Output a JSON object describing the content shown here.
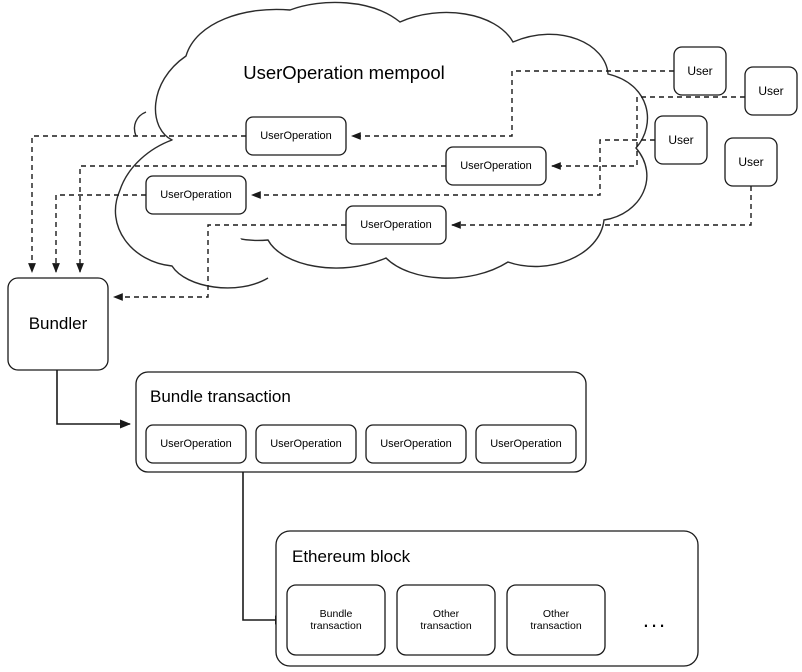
{
  "diagram": {
    "title": "UserOperation mempool",
    "colors": {
      "stroke": "#1a1a1a",
      "background": "#ffffff",
      "text": "#000000"
    },
    "mempool": {
      "label": "UserOperation mempool",
      "userops": [
        {
          "label": "UserOperation"
        },
        {
          "label": "UserOperation"
        },
        {
          "label": "UserOperation"
        },
        {
          "label": "UserOperation"
        }
      ]
    },
    "users": [
      {
        "label": "User"
      },
      {
        "label": "User"
      },
      {
        "label": "User"
      },
      {
        "label": "User"
      }
    ],
    "bundler": {
      "label": "Bundler"
    },
    "bundle_transaction": {
      "label": "Bundle transaction",
      "userops": [
        {
          "label": "UserOperation"
        },
        {
          "label": "UserOperation"
        },
        {
          "label": "UserOperation"
        },
        {
          "label": "UserOperation"
        }
      ]
    },
    "ethereum_block": {
      "label": "Ethereum block",
      "transactions": [
        {
          "label": "Bundle\ntransaction"
        },
        {
          "label": "Other\ntransaction"
        },
        {
          "label": "Other\ntransaction"
        }
      ],
      "overflow_indicator": "..."
    }
  }
}
